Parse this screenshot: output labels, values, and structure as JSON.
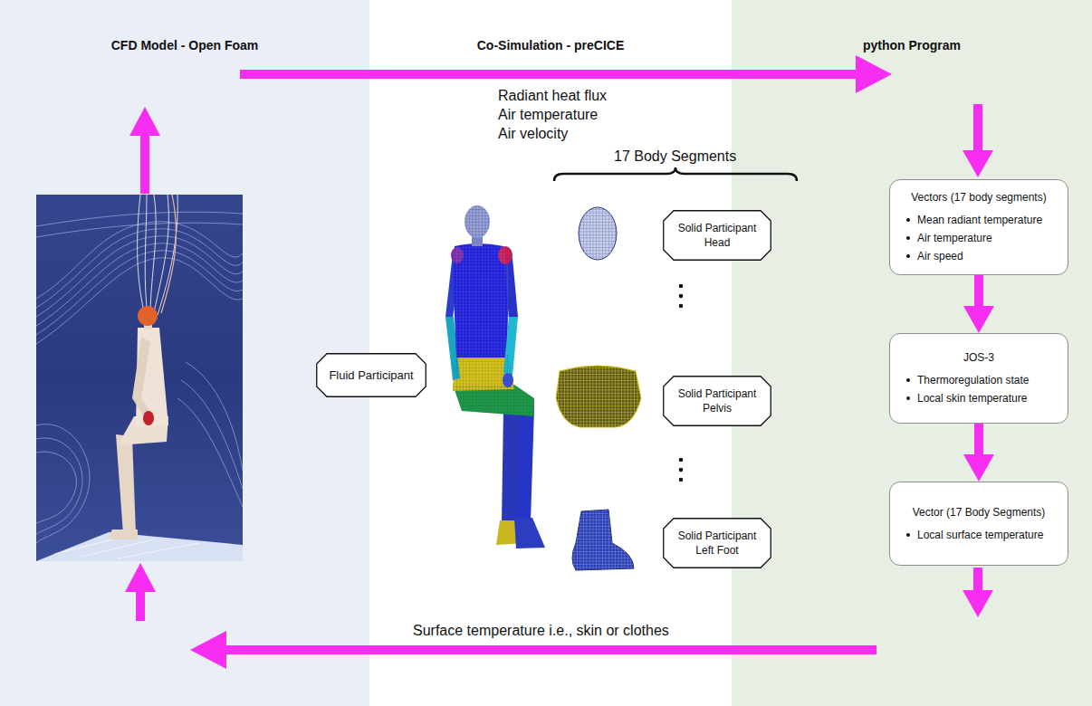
{
  "diagram": {
    "nodes": [
      {
        "text": [
          "CFD Model - Open Foam"
        ]
      },
      {
        "text": [
          "Co-Simulation - preCICE"
        ]
      },
      {
        "text": [
          "python Program"
        ]
      },
      {
        "text": [
          "Fluid Participant"
        ]
      },
      {
        "text": [
          "Solid Participant Head"
        ],
        "in": 1
      },
      {
        "text": [
          "Solid Participant Pelvis"
        ],
        "in": 1
      },
      {
        "text": [
          "Solid Participant Left Foot"
        ],
        "in": 1
      },
      {
        "text": [
          "Vectors (17 body segments)",
          "Mean radiant temperature",
          "Air temperature",
          "Air speed"
        ],
        "in": 2
      },
      {
        "text": [
          "JOS-3",
          "Thermoregulation state",
          "Local skin temperature"
        ],
        "in": 2
      },
      {
        "text": [
          "Vector (17 Body Segments)",
          "Local surface temperature"
        ],
        "in": 2
      }
    ],
    "edges": [
      {
        "from": 0,
        "to": 2,
        "arrow": "to",
        "label": "Radiant heat flux Air temperature Air velocity"
      },
      {
        "from": 2,
        "to": 0,
        "arrow": "to",
        "label": "Surface temperature i.e., skin or clothes"
      },
      {
        "from": 7,
        "to": 8,
        "arrow": "to"
      },
      {
        "from": 8,
        "to": 9,
        "arrow": "to"
      }
    ],
    "labels": [
      "17 Body Segments"
    ]
  }
}
